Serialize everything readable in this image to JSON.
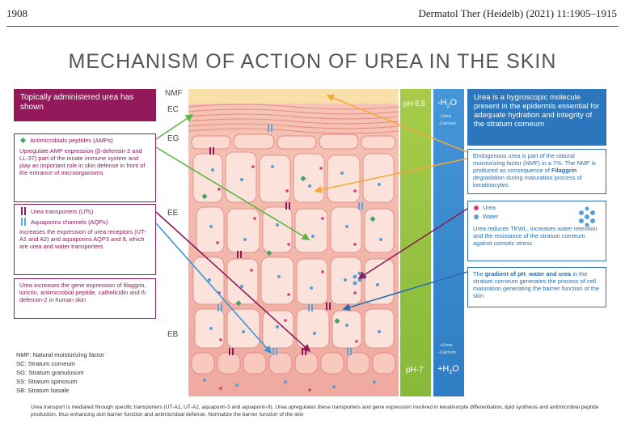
{
  "header": {
    "page_number": "1908",
    "journal": "Dermatol Ther (Heidelb) (2021) 11:1905–1915"
  },
  "title": "MECHANISM OF ACTION OF UREA IN THE SKIN",
  "layers": {
    "nmf": "NMF",
    "ec": "EC",
    "eg": "EG",
    "ee": "EE",
    "eb": "EB"
  },
  "left_panel": {
    "intro": "Topically administered urea has shown",
    "amp": {
      "label": "Antimicrobials  peptides (AMPs)",
      "text": "Upregulate AMP expression (β-defensin-2 and LL-37) part of the innate immune system and play an important role in skin defense in front of the entrance of microorganisms"
    },
    "transporters": {
      "label_ut": "Urea transporters (UTs)",
      "label_aqp": "Aquaporins channels (AQPs)",
      "text": "Increases the expression of urea receptors (UT-A1 and A2) and aquaporins AQP3 and 9, which are urea and water transporters"
    },
    "gene": {
      "text": "Urea increases the gene expression of filaggrin, loricrin, antimicrobial peptide, cathelicidin and ß-defensin-2 in human skin"
    }
  },
  "abbreviations": [
    "NMF: Natural moisturizing factor",
    "SC: Stratum corneum",
    "SG: Stratum granulosum",
    "SS: Stratum spinosum",
    "SB: Stratum basale"
  ],
  "columns": {
    "ph_top": "pH-5,5",
    "ph_bottom": "pH-7",
    "h2o_top": "-H",
    "h2o_top_sub": "2",
    "h2o_top_end": "O",
    "h2o_bottom": "+H",
    "h2o_bottom_sub": "2",
    "h2o_bottom_end": "O",
    "minus_urea": "-Urea",
    "minus_calcium": "-Calcium",
    "plus_urea": "+Urea",
    "plus_calcium": "-Calcium"
  },
  "right_panel": {
    "header": "Urea is a hygroscopic molecule present in the epidermis essential for adequate hydration and integrity of the stratum corneum",
    "nmf_text_1": "Endogenous urea is part of the natural moisturizing factor (NMF) in a 7%. The NMF is produced as consequence of ",
    "nmf_bold": "Filaggrin",
    "nmf_text_2": " degradation during maturation process of keratinocytes",
    "legend_urea": "Urea",
    "legend_water": "Water",
    "tewl_text": "Urea reduces TEWL, increases water retention and the resistance of the stratum corneum against osmotic stress",
    "grad_1": "The ",
    "grad_b1": "gradient of pH",
    "grad_2": ", ",
    "grad_b2": "water and urea",
    "grad_3": " in the stratum corneum generates the process of cell maturation generating the barrier function of the skin"
  },
  "caption": "Urea transport is mediated through specific transporters (UT-A1, UT-A2, aquaporin-3 and aquaporin-9). Urea upregulates these transporters and gene expression involved in keratinocyte differentiation, lipid synthesis and antimicrobial peptide production, thus enhancing skin barrier function and antimicrobial defense. Normalize the barrier function of the skin",
  "colors": {
    "purple": "#8e1c5a",
    "blue": "#2b6fb2",
    "green_column": "#8dbf3c",
    "blue_column": "#3a8fd6",
    "tissue": "#f3b8ae",
    "nmf_band": "#f9e0a8"
  }
}
